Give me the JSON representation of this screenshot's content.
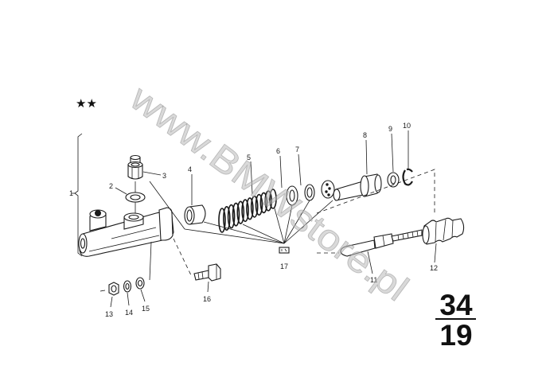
{
  "marker": "★★",
  "callouts": [
    "1",
    "2",
    "3",
    "4",
    "5",
    "6",
    "7",
    "8",
    "9",
    "10",
    "11",
    "12",
    "13",
    "14",
    "15",
    "16",
    "17"
  ],
  "page_number": {
    "group": "34",
    "sheet": "19"
  },
  "watermark": "www.BMWstore.pl",
  "colors": {
    "ink": "#1a1a1a",
    "watermark": "#b9b9b9",
    "background": "#ffffff"
  }
}
